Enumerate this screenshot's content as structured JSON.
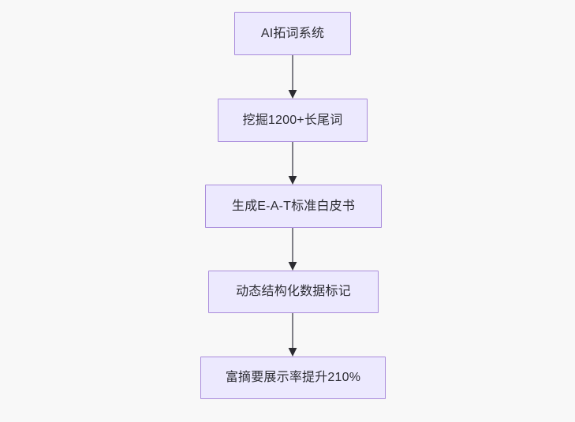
{
  "diagram": {
    "type": "flowchart",
    "direction": "top-to-bottom",
    "background_color": "#f8f8f8",
    "node_fill_color": "#ece9fe",
    "node_border_color": "#a98bdb",
    "node_text_color": "#2e2e35",
    "edge_color": "#7f7f87",
    "arrowhead_color": "#2b2b31",
    "nodes": [
      {
        "id": "n1",
        "label": "AI拓词系统"
      },
      {
        "id": "n2",
        "label": "挖掘1200+长尾词"
      },
      {
        "id": "n3",
        "label": "生成E-A-T标准白皮书"
      },
      {
        "id": "n4",
        "label": "动态结构化数据标记"
      },
      {
        "id": "n5",
        "label": "富摘要展示率提升210%"
      }
    ],
    "edges": [
      {
        "from": "n1",
        "to": "n2",
        "label": ""
      },
      {
        "from": "n2",
        "to": "n3",
        "label": ""
      },
      {
        "from": "n3",
        "to": "n4",
        "label": ""
      },
      {
        "from": "n4",
        "to": "n5",
        "label": ""
      }
    ]
  }
}
